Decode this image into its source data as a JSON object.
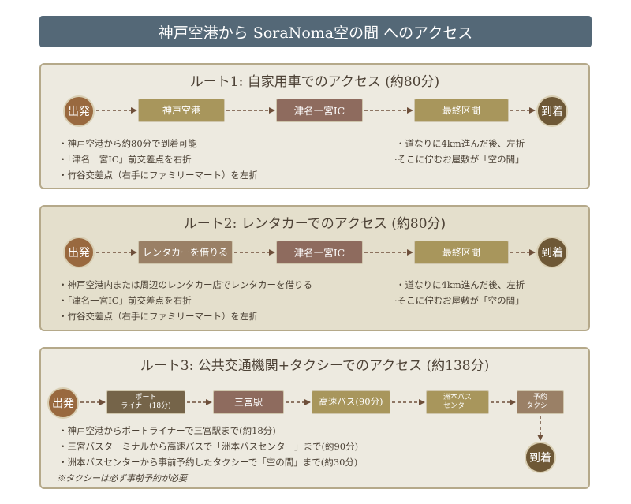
{
  "header": {
    "title": "神戸空港から SoraNoma空の間 へのアクセス"
  },
  "route1": {
    "title": "ルート1: 自家用車でのアクセス (約80分)",
    "start": "出発",
    "end": "到着",
    "steps": [
      "神戸空港",
      "津名一宮IC",
      "最終区間"
    ],
    "notes_left": [
      "・神戸空港から約80分で到着可能",
      "・「津名一宮IC」前交差点を右折",
      "・竹谷交差点（右手にファミリーマート）を左折"
    ],
    "notes_right": [
      "・道なりに4km進んだ後、左折",
      "·そこに佇むお屋敷が「空の間」"
    ]
  },
  "route2": {
    "title": "ルート2: レンタカーでのアクセス (約80分)",
    "start": "出発",
    "end": "到着",
    "steps": [
      "レンタカーを借りる",
      "津名一宮IC",
      "最終区間"
    ],
    "notes_left": [
      "・神戸空港内または周辺のレンタカー店でレンタカーを借りる",
      "・「津名一宮IC」前交差点を右折",
      "・竹谷交差点（右手にファミリーマート）を左折"
    ],
    "notes_right": [
      "・道なりに4km進んだ後、左折",
      "·そこに佇むお屋敷が「空の間」"
    ]
  },
  "route3": {
    "title": "ルート3: 公共交通機関+タクシーでのアクセス (約138分)",
    "start": "出発",
    "end": "到着",
    "steps": [
      {
        "line1": "ポート",
        "line2": "ライナー(18分)"
      },
      {
        "line1": "三宮駅"
      },
      {
        "line1": "高速バス(90分)"
      },
      {
        "line1": "洲本バス",
        "line2": "センター"
      },
      {
        "line1": "予約",
        "line2": "タクシー"
      }
    ],
    "notes": [
      "・神戸空港からポートライナーで三宮駅まで(約18分)",
      "・三宮バスターミナルから高速バスで「洲本バスセンター」まで(約90分)",
      "・洲本バスセンターから事前予約したタクシーで「空の間」まで(約30分)"
    ],
    "remark": "※タクシーは必ず事前予約が必要"
  }
}
